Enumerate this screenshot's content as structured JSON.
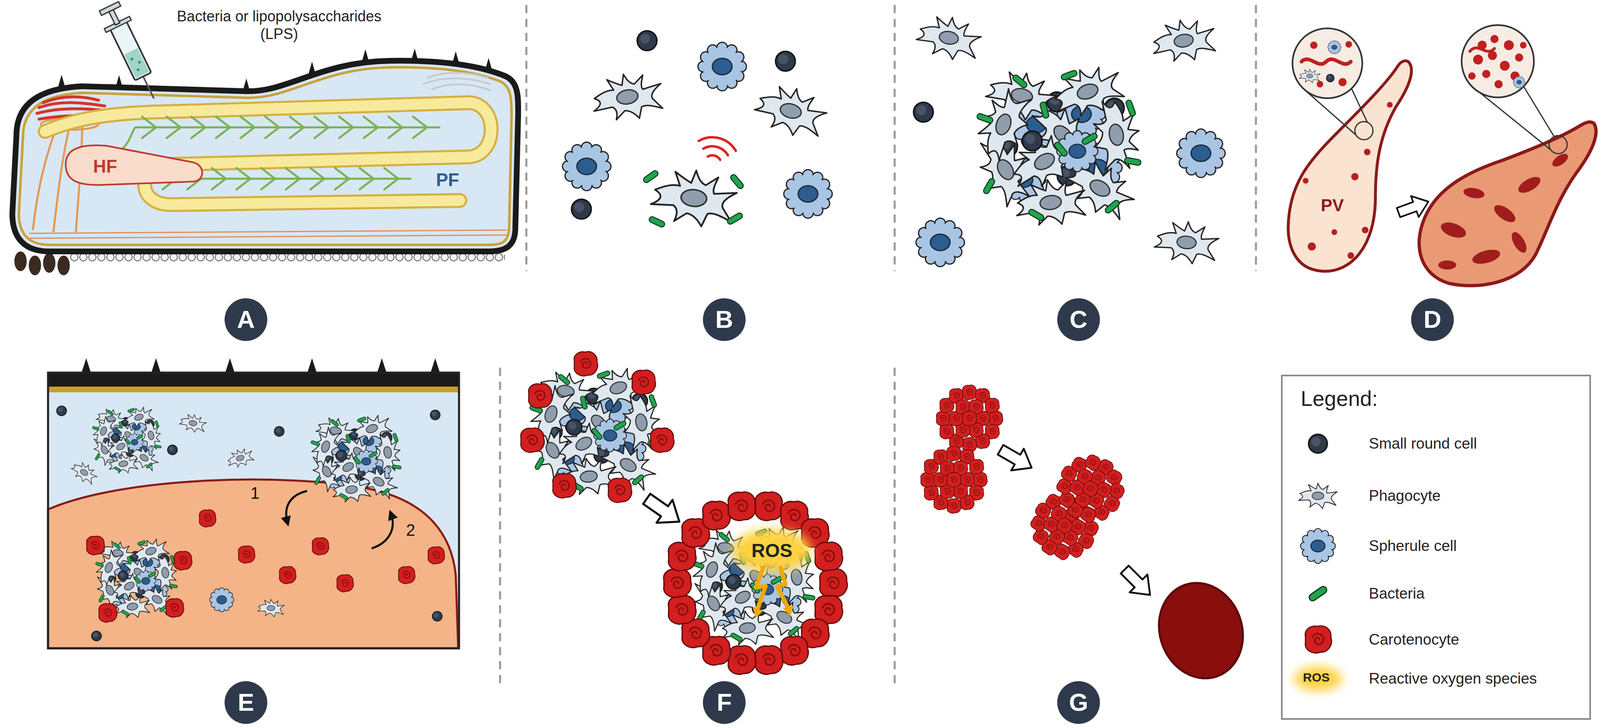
{
  "diagram": {
    "nodes": [
      {
        "text": [
          "A"
        ]
      },
      {
        "text": [
          "B"
        ]
      },
      {
        "text": [
          "C"
        ]
      },
      {
        "text": [
          "D"
        ]
      },
      {
        "text": [
          "E"
        ]
      },
      {
        "text": [
          "F"
        ]
      },
      {
        "text": [
          "G"
        ]
      },
      {
        "text": [
          "Legend:"
        ]
      }
    ],
    "labels": [
      "Bacteria or lipopolysaccharides (LPS)",
      "HF",
      "PF",
      "PV",
      "1",
      "2",
      "ROS",
      "ROS"
    ],
    "legend": [
      {
        "text": "Small round cell"
      },
      {
        "text": "Phagocyte"
      },
      {
        "text": "Spherule cell"
      },
      {
        "text": "Bacteria"
      },
      {
        "text": "Carotenocyte"
      },
      {
        "text": "Reactive oxygen species"
      }
    ]
  }
}
